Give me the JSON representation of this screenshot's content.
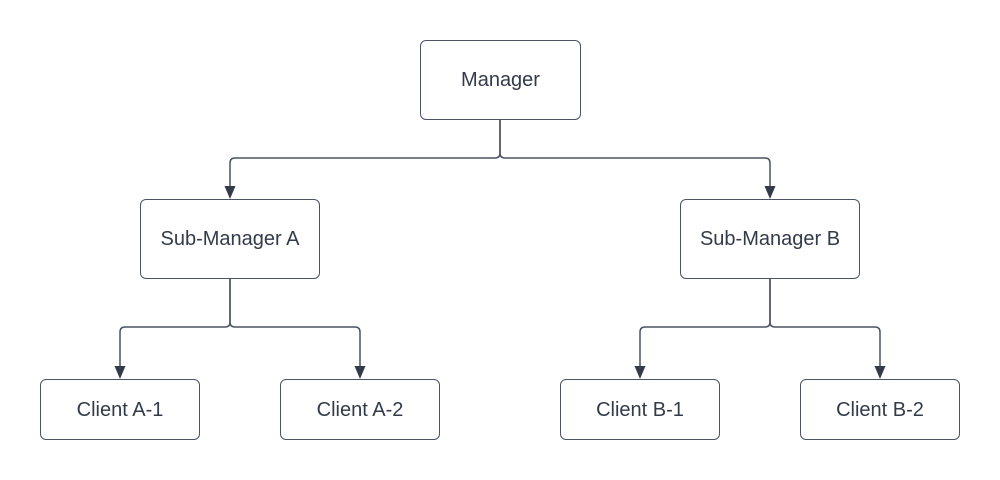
{
  "diagram": {
    "type": "org-chart",
    "background": "#ffffff",
    "colors": {
      "node_fill": "#ffffff",
      "node_border": "#4b5462",
      "connector_line": "#4b5462",
      "arrowhead": "#333a48",
      "text": "#333a48"
    },
    "nodes": {
      "manager": {
        "label": "Manager"
      },
      "sub_a": {
        "label": "Sub-Manager A"
      },
      "sub_b": {
        "label": "Sub-Manager B"
      },
      "client_a1": {
        "label": "Client A-1"
      },
      "client_a2": {
        "label": "Client A-2"
      },
      "client_b1": {
        "label": "Client B-1"
      },
      "client_b2": {
        "label": "Client B-2"
      }
    },
    "edges": [
      {
        "from": "Manager",
        "to": "Sub-Manager A",
        "arrow": "down"
      },
      {
        "from": "Manager",
        "to": "Sub-Manager B",
        "arrow": "down"
      },
      {
        "from": "Sub-Manager A",
        "to": "Client A-1",
        "arrow": "down"
      },
      {
        "from": "Sub-Manager A",
        "to": "Client A-2",
        "arrow": "down"
      },
      {
        "from": "Sub-Manager B",
        "to": "Client B-1",
        "arrow": "down"
      },
      {
        "from": "Sub-Manager B",
        "to": "Client B-2",
        "arrow": "down"
      }
    ]
  }
}
